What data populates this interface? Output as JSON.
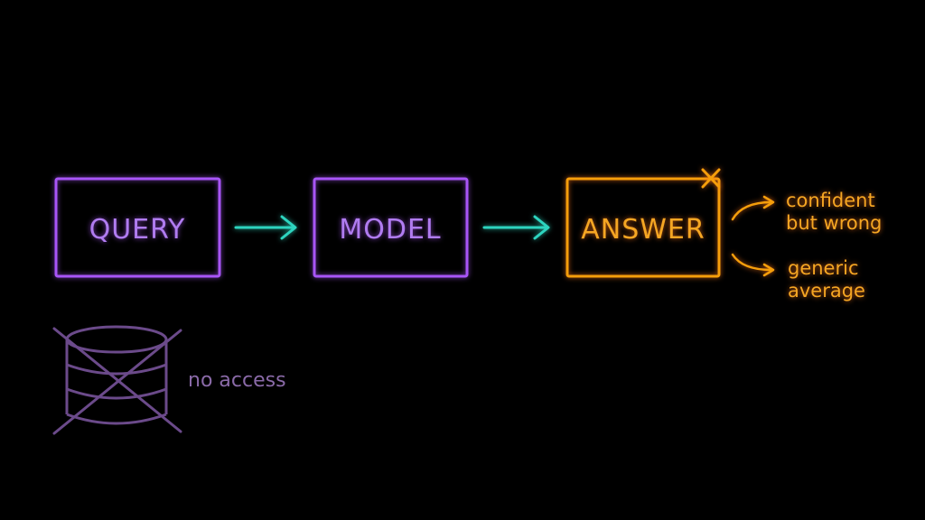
{
  "colors": {
    "background": "#000000",
    "box_primary": "#a855f7",
    "flow_arrow": "#2dd4bf",
    "answer": "#f59e0b",
    "database_muted": "#6b4a8a",
    "muted_text": "#8a6aa8"
  },
  "boxes": {
    "query": "QUERY",
    "model": "MODEL",
    "answer": "ANSWER"
  },
  "answer_mark": "X",
  "notes": {
    "confident": {
      "line1": "confident",
      "line2": "but wrong"
    },
    "generic": {
      "line1": "generic",
      "line2": "average"
    }
  },
  "database": {
    "icon": "database-icon",
    "label": "no access"
  }
}
